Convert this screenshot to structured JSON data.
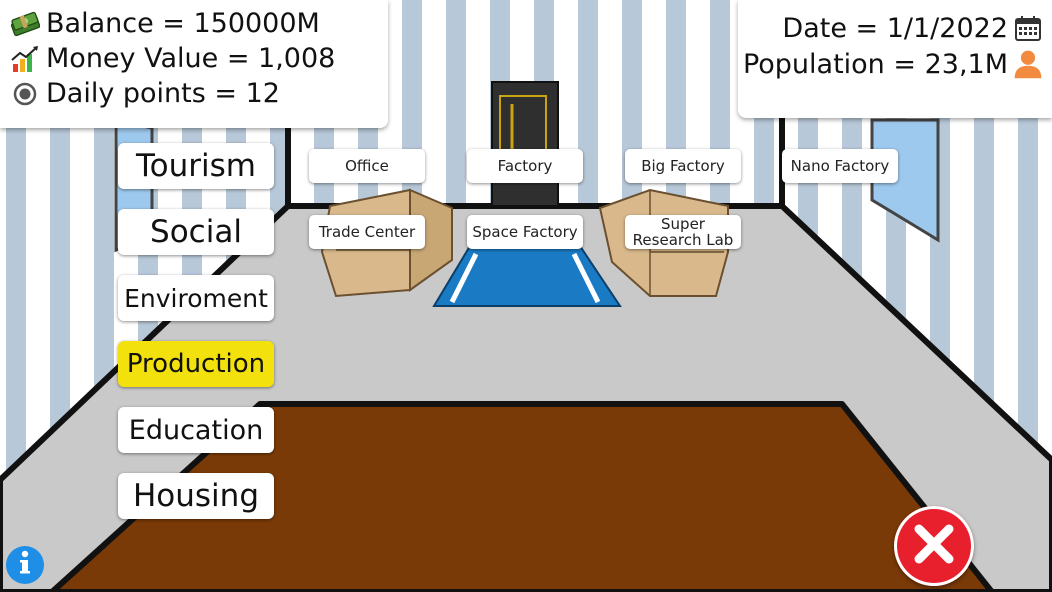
{
  "stats": {
    "balance": "Balance = 150000M",
    "money_value": "Money Value = 1,008",
    "daily_points": "Daily points = 12"
  },
  "world": {
    "date": "Date = 1/1/2022",
    "population": "Population = 23,1M"
  },
  "categories": [
    {
      "label": "Tourism",
      "active": false
    },
    {
      "label": "Social",
      "active": false
    },
    {
      "label": "Enviroment",
      "active": false
    },
    {
      "label": "Production",
      "active": true
    },
    {
      "label": "Education",
      "active": false
    },
    {
      "label": "Housing",
      "active": false
    }
  ],
  "buildings": [
    "Office",
    "Factory",
    "Big Factory",
    "Nano Factory",
    "Trade Center",
    "Space Factory",
    "Super Research Lab"
  ],
  "icons": {
    "balance": "money-stack-icon",
    "money_value": "growth-chart-icon",
    "daily_points": "radio-dot-icon",
    "date": "calendar-icon",
    "population": "person-icon",
    "close": "close-icon",
    "info": "info-icon"
  },
  "colors": {
    "active_category": "#f2e10c",
    "close_button": "#e8202e",
    "info_button": "#1e8ee6",
    "carpet": "#7a3a07",
    "rug": "#1a7bc4",
    "sofa": "#d9b98c",
    "wall_stripe": "#b7c8d8",
    "floor": "#c9c9c9"
  }
}
